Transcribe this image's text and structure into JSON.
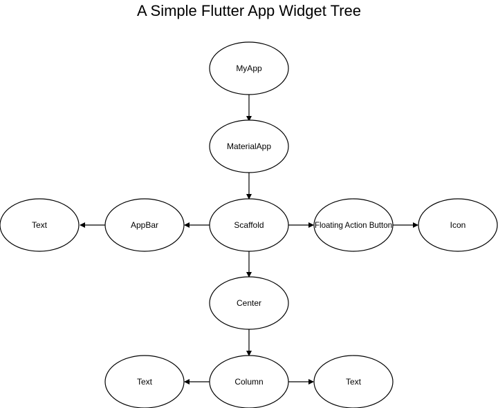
{
  "title": "A Simple Flutter App Widget Tree",
  "colors": {
    "stroke": "#000000",
    "fill": "#ffffff",
    "text": "#000000"
  },
  "nodes": {
    "myapp": "MyApp",
    "materialapp": "MaterialApp",
    "scaffold": "Scaffold",
    "appbar": "AppBar",
    "appbar_text": "Text",
    "fab": "Floating Action Button",
    "icon": "Icon",
    "center": "Center",
    "column": "Column",
    "column_text_left": "Text",
    "column_text_right": "Text"
  },
  "edges": [
    {
      "from": "myapp",
      "to": "materialapp"
    },
    {
      "from": "materialapp",
      "to": "scaffold"
    },
    {
      "from": "scaffold",
      "to": "appbar"
    },
    {
      "from": "appbar",
      "to": "appbar_text"
    },
    {
      "from": "scaffold",
      "to": "fab"
    },
    {
      "from": "fab",
      "to": "icon"
    },
    {
      "from": "scaffold",
      "to": "center"
    },
    {
      "from": "center",
      "to": "column"
    },
    {
      "from": "column",
      "to": "column_text_left"
    },
    {
      "from": "column",
      "to": "column_text_right"
    }
  ]
}
